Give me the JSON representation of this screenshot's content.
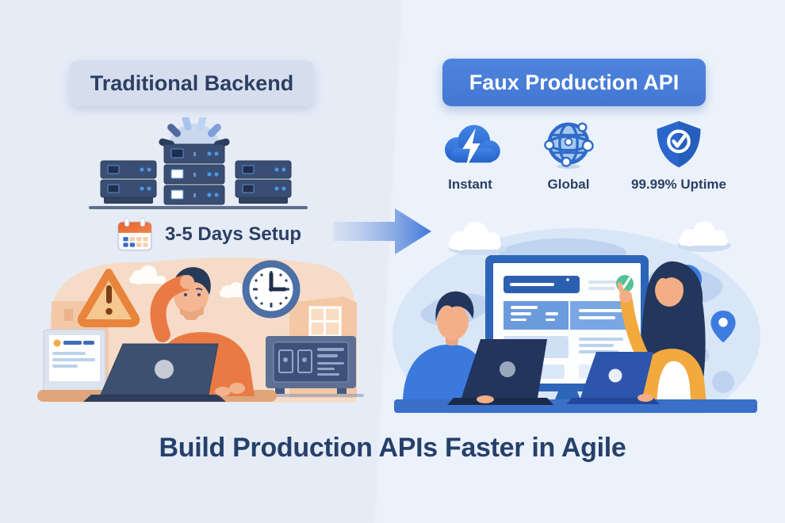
{
  "headline": "Build Production APIs Faster in Agile",
  "left": {
    "title": "Traditional Backend",
    "setup_label": "3-5 Days Setup",
    "scene_icons": [
      "server-rack-icon",
      "loading-spinner-icon",
      "calendar-icon",
      "warning-triangle-icon",
      "clock-icon",
      "laptop-icon"
    ]
  },
  "right": {
    "title": "Faux Production API",
    "features": [
      {
        "name": "cloud-lightning-icon",
        "label": "Instant"
      },
      {
        "name": "globe-network-icon",
        "label": "Global"
      },
      {
        "name": "shield-check-icon",
        "label": "99.99% Uptime"
      }
    ],
    "scene_icons": [
      "monitor-dashboard-icon",
      "map-pin-icon",
      "cloud-icon",
      "laptop-icon",
      "green-check-icon"
    ]
  },
  "colors": {
    "accent_blue": "#4a7ed8",
    "navy_text": "#26406b",
    "left_title_bg": "#d6deee",
    "warning_orange": "#e8843c",
    "success_green": "#53c294",
    "peach_blob": "#f6dcc8",
    "scene_blob": "#d9e6f7",
    "desk_left": "#e0a57a",
    "desk_right": "#3a70c8",
    "shirt_orange": "#ea7a43",
    "shirt_blue": "#3b79dd",
    "cardigan_orange": "#f2a93e"
  }
}
